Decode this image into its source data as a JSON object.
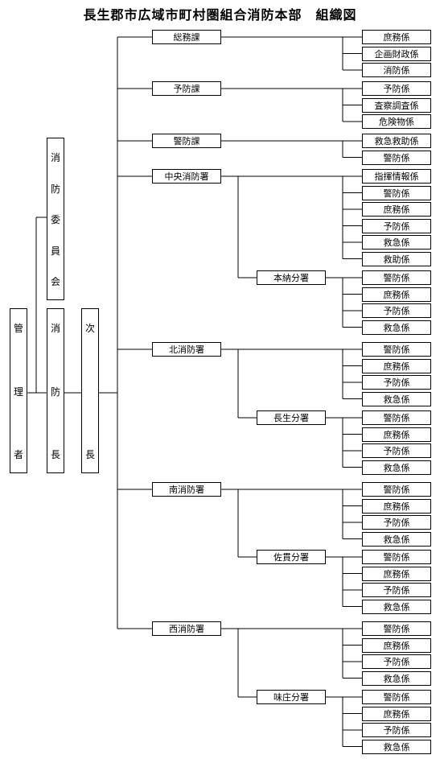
{
  "title": "長生郡市広域市町村圏組合消防本部　組織図",
  "left_column": {
    "kanrisha": [
      "管",
      "理",
      "者"
    ],
    "shobo_iinkai": [
      "消",
      "防",
      "委",
      "員",
      "会"
    ],
    "shobocho": [
      "消",
      "防",
      "長"
    ],
    "jicho": [
      "次",
      "長"
    ]
  },
  "divisions": [
    {
      "label": "総務課",
      "units": [
        "庶務係",
        "企画財政係",
        "消防係"
      ]
    },
    {
      "label": "予防課",
      "units": [
        "予防係",
        "査察調査係",
        "危険物係"
      ]
    },
    {
      "label": "警防課",
      "units": [
        "救急救助係",
        "警防係"
      ]
    }
  ],
  "stations": [
    {
      "label": "中央消防署",
      "units": [
        "指揮情報係",
        "警防係",
        "庶務係",
        "予防係",
        "救急係",
        "救助係"
      ],
      "branch": {
        "label": "本納分署",
        "units": [
          "警防係",
          "庶務係",
          "予防係",
          "救急係"
        ]
      }
    },
    {
      "label": "北消防署",
      "units": [
        "警防係",
        "庶務係",
        "予防係",
        "救急係"
      ],
      "branch": {
        "label": "長生分署",
        "units": [
          "警防係",
          "庶務係",
          "予防係",
          "救急係"
        ]
      }
    },
    {
      "label": "南消防署",
      "units": [
        "警防係",
        "庶務係",
        "予防係",
        "救急係"
      ],
      "branch": {
        "label": "佐貫分署",
        "units": [
          "警防係",
          "庶務係",
          "予防係",
          "救急係"
        ]
      }
    },
    {
      "label": "西消防署",
      "units": [
        "警防係",
        "庶務係",
        "予防係",
        "救急係"
      ],
      "branch": {
        "label": "味庄分署",
        "units": [
          "警防係",
          "庶務係",
          "予防係",
          "救急係"
        ]
      }
    }
  ]
}
